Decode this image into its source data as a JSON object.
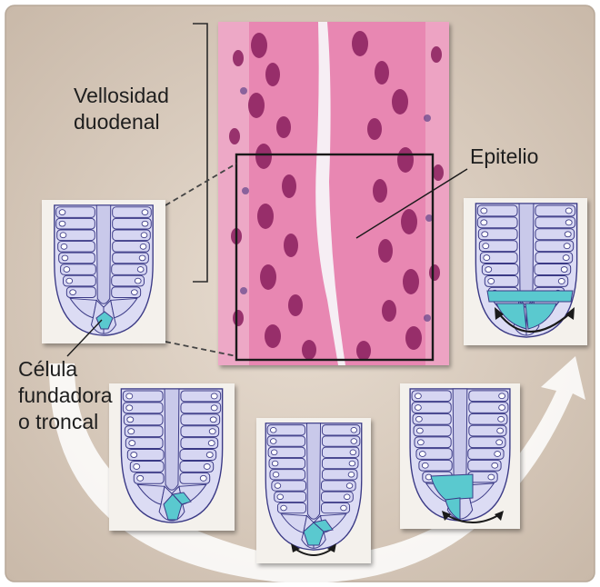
{
  "labels": {
    "villus_line1": "Vellosidad",
    "villus_line2": "duodenal",
    "epithelium": "Epitelio",
    "stem_line1": "Célula",
    "stem_line2": "fundadora",
    "stem_line3": "o troncal"
  },
  "colors": {
    "background": "#d9ccbe",
    "panel_fill": "#f4f1ec",
    "cell_fill": "#d6d6f2",
    "cell_stroke": "#3b3a86",
    "stem_cell": "#5ac9cf",
    "tissue_pink": "#e887b2",
    "nucleus": "#8a1f5e",
    "lumen": "#f6eef4",
    "arrow_white": "#ffffff"
  },
  "panels": [
    {
      "name": "crypt-stage-1",
      "teal_cells": 1,
      "arrow": false
    },
    {
      "name": "crypt-stage-2",
      "teal_cells": 2,
      "arrow": false
    },
    {
      "name": "crypt-stage-3",
      "teal_cells": 2,
      "arrow": true
    },
    {
      "name": "crypt-stage-4",
      "teal_cells": 4,
      "arrow": true
    },
    {
      "name": "crypt-stage-5",
      "teal_cells": 6,
      "arrow": true
    }
  ]
}
